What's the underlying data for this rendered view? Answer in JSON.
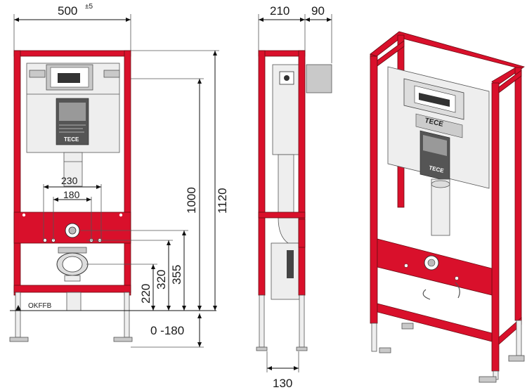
{
  "dimensions": {
    "width_total": "500",
    "width_tolerance": "±5",
    "depth": "210",
    "depth_extra": "90",
    "h_1120": "1120",
    "h_1000": "1000",
    "h_355": "355",
    "h_320": "320",
    "h_220": "220",
    "range_foot": "0 -180",
    "w_230": "230",
    "w_180": "180",
    "w_130": "130"
  },
  "labels": {
    "floor_level": "OKFFB",
    "brand": "TECE",
    "brand_iso": "TECE"
  },
  "colors": {
    "frame_red": "#d9102b",
    "steel_grey": "#c9c9c9",
    "panel_grey": "#eeeeee"
  }
}
